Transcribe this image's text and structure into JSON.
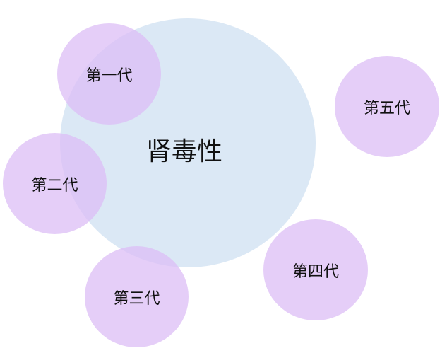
{
  "diagram": {
    "center": {
      "label": "肾毒性",
      "color": "#dbe8f5"
    },
    "nodes": [
      {
        "label": "第一代"
      },
      {
        "label": "第二代"
      },
      {
        "label": "第三代"
      },
      {
        "label": "第四代"
      },
      {
        "label": "第五代"
      }
    ],
    "node_color": "#e6cbf7"
  }
}
